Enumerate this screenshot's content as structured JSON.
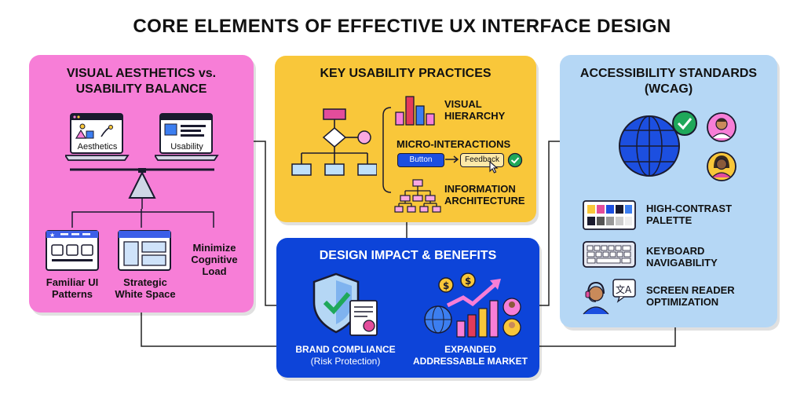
{
  "title": "CORE ELEMENTS OF EFFECTIVE UX INTERFACE DESIGN",
  "colors": {
    "pink": "#f77ed7",
    "yellow": "#f9c73a",
    "light_blue": "#b5d7f5",
    "impact_blue": "#0d44d9",
    "dark": "#1a1a2e"
  },
  "panels": {
    "aesthetics": {
      "title_line1": "VISUAL AESTHETICS vs.",
      "title_line2": "USABILITY BALANCE",
      "window_left_label": "Aesthetics",
      "window_right_label": "Usability",
      "items": [
        {
          "line1": "Familiar UI",
          "line2": "Patterns",
          "icon": "ui-pattern-window-icon"
        },
        {
          "line1": "Strategic",
          "line2": "White Space",
          "icon": "layout-window-icon"
        },
        {
          "line1": "Minimize",
          "line2": "Cognitive",
          "line3": "Load"
        }
      ]
    },
    "usability": {
      "title": "KEY USABILITY PRACTICES",
      "visual_hierarchy_line1": "VISUAL",
      "visual_hierarchy_line2": "HIERARCHY",
      "micro_interactions": "MICRO-INTERACTIONS",
      "button_label": "Button",
      "feedback_label": "Feedback",
      "info_arch_line1": "INFORMATION",
      "info_arch_line2": "ARCHITECTURE"
    },
    "accessibility": {
      "title_line1": "ACCESSIBILITY STANDARDS",
      "title_line2": "(WCAG)",
      "items": [
        {
          "line1": "HIGH-CONTRAST",
          "line2": "PALETTE",
          "icon": "color-palette-icon"
        },
        {
          "line1": "KEYBOARD",
          "line2": "NAVIGABILITY",
          "icon": "keyboard-icon"
        },
        {
          "line1": "SCREEN READER",
          "line2": "OPTIMIZATION",
          "icon": "headset-user-icon"
        }
      ]
    },
    "impact": {
      "title": "DESIGN IMPACT & BENEFITS",
      "left_line1": "BRAND COMPLIANCE",
      "left_line2": "(Risk Protection)",
      "right_line1": "EXPANDED",
      "right_line2": "ADDRESSABLE MARKET"
    }
  }
}
